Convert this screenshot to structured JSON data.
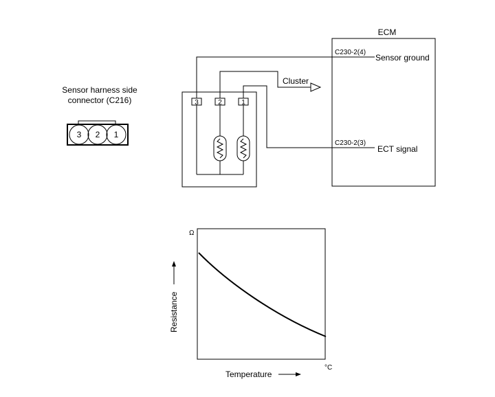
{
  "connector": {
    "title_line1": "Sensor harness side",
    "title_line2": "connector (C216)",
    "pins": [
      "3",
      "2",
      "1"
    ]
  },
  "sensor": {
    "pins": [
      "3",
      "2",
      "1"
    ]
  },
  "ecm": {
    "title": "ECM",
    "terminal_ground": "C230-2(4)",
    "label_ground": "Sensor ground",
    "terminal_signal": "C230-2(3)",
    "label_signal": "ECT signal"
  },
  "cluster": {
    "label": "Cluster"
  },
  "graph": {
    "y_unit": "Ω",
    "x_unit": "°C",
    "y_label": "Resistance",
    "x_label": "Temperature",
    "curve": "decreasing"
  }
}
